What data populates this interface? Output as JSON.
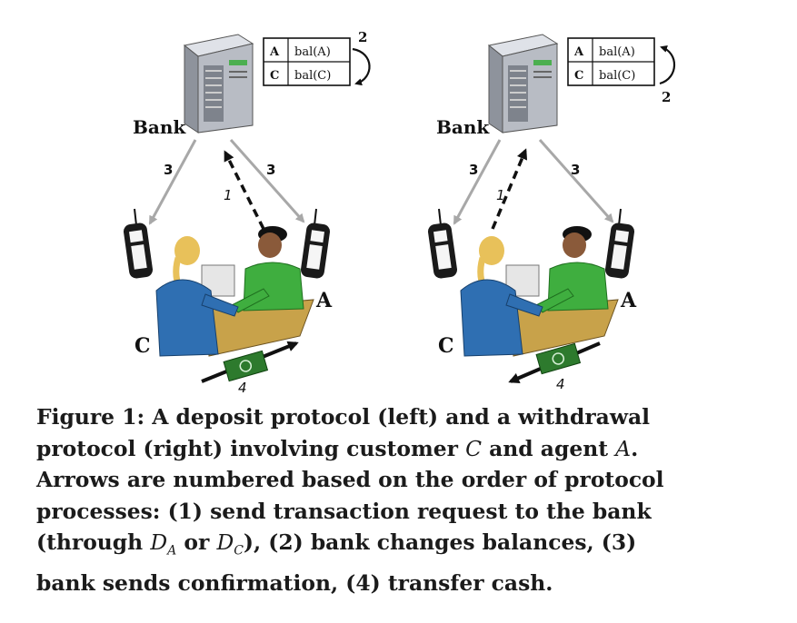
{
  "panels": [
    {
      "id": "left",
      "bank_label": "Bank",
      "ledger": [
        {
          "account": "A",
          "balance": "bal(A)"
        },
        {
          "account": "C",
          "balance": "bal(C)"
        }
      ],
      "ledger_arrow_label": "2",
      "ledger_arrow_direction": "A-to-C",
      "request_label": "1",
      "request_from": "A",
      "confirm_labels": [
        "3",
        "3"
      ],
      "cash_label": "4",
      "cash_direction": "C-to-A",
      "customer_label": "C",
      "agent_label": "A"
    },
    {
      "id": "right",
      "bank_label": "Bank",
      "ledger": [
        {
          "account": "A",
          "balance": "bal(A)"
        },
        {
          "account": "C",
          "balance": "bal(C)"
        }
      ],
      "ledger_arrow_label": "2",
      "ledger_arrow_direction": "C-to-A",
      "request_label": "1",
      "request_from": "C",
      "confirm_labels": [
        "3",
        "3"
      ],
      "cash_label": "4",
      "cash_direction": "A-to-C",
      "customer_label": "C",
      "agent_label": "A"
    }
  ],
  "caption": {
    "lines": [
      [
        "Figure 1:  A deposit protocol (left) and a withdrawal"
      ],
      [
        "protocol (right) involving customer ",
        {
          "it": "C"
        },
        " and agent ",
        {
          "it": "A"
        },
        "."
      ],
      [
        "Arrows are numbered based on the order of protocol"
      ],
      [
        "processes:  (1) send transaction request to the bank"
      ],
      [
        "(through ",
        {
          "cal": "D",
          "sub": "A"
        },
        " or ",
        {
          "cal": "D",
          "sub": "C"
        },
        "), (2) bank changes balances, (3)"
      ],
      [
        "bank sends confirmation, (4) transfer cash."
      ]
    ]
  },
  "colors": {
    "confirm_arrow": "#a8a8a8",
    "request_arrow": "#111111",
    "server_body": "#b8bcc4",
    "customer_shirt": "#2f6fb2",
    "agent_shirt": "#3fae3f",
    "desk": "#c8a24a",
    "cash": "#2d7a2d"
  }
}
